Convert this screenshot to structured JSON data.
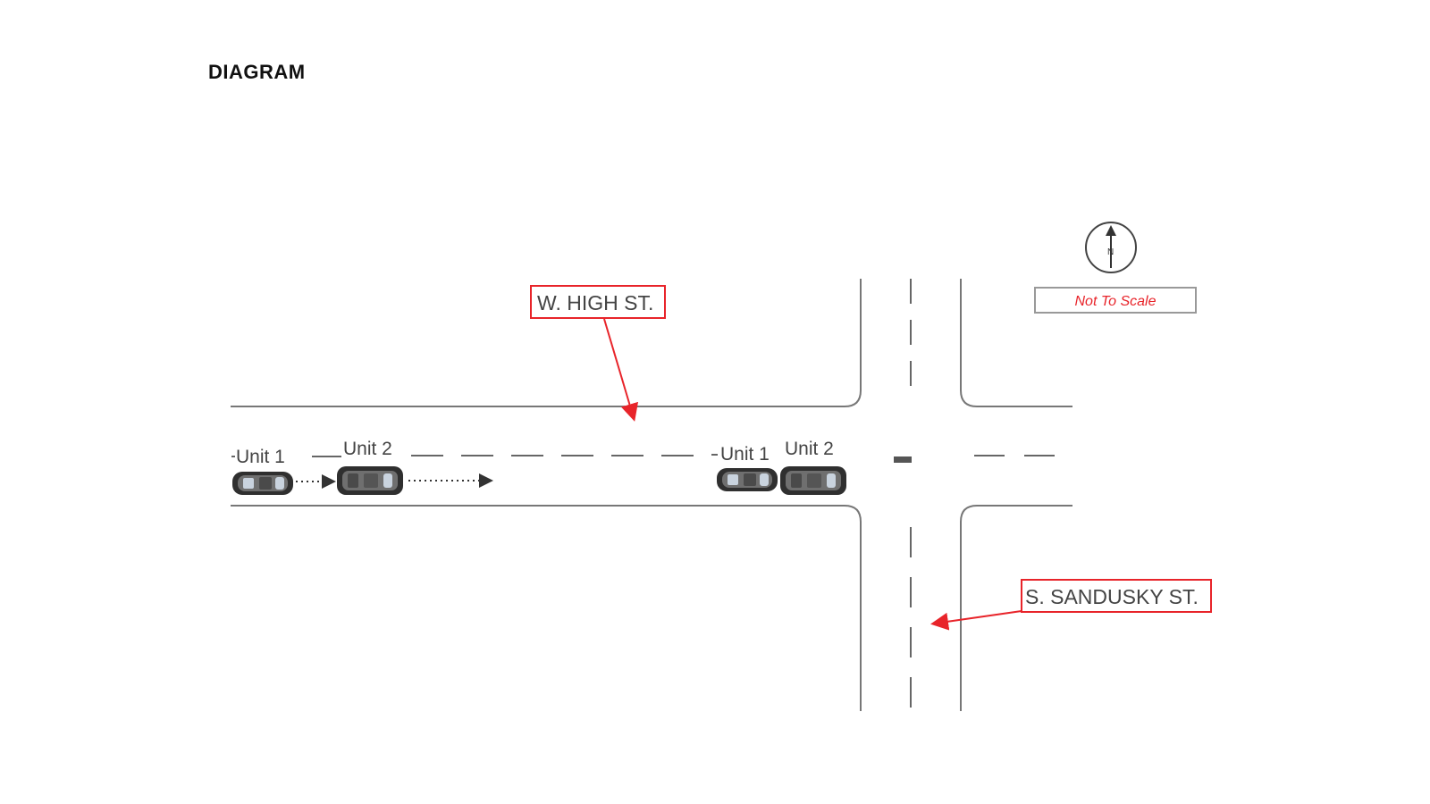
{
  "page": {
    "title": "DIAGRAM"
  },
  "streets": {
    "w_high": "W. HIGH ST.",
    "s_sandusky": "S. SANDUSKY ST."
  },
  "legend": {
    "not_to_scale": "Not To Scale",
    "compass_letter": "N"
  },
  "units": {
    "before": [
      "Unit 1",
      "Unit 2"
    ],
    "after": [
      "Unit 1",
      "Unit 2"
    ]
  },
  "colors": {
    "callout_red": "#e8242a",
    "road_line": "#777777",
    "vehicle_dark": "#2f2f2f",
    "vehicle_mid": "#6f6f6f",
    "vehicle_window": "#c9d3de"
  },
  "icons": {
    "compass": "north-arrow-compass",
    "vehicle": "car-top-view"
  }
}
